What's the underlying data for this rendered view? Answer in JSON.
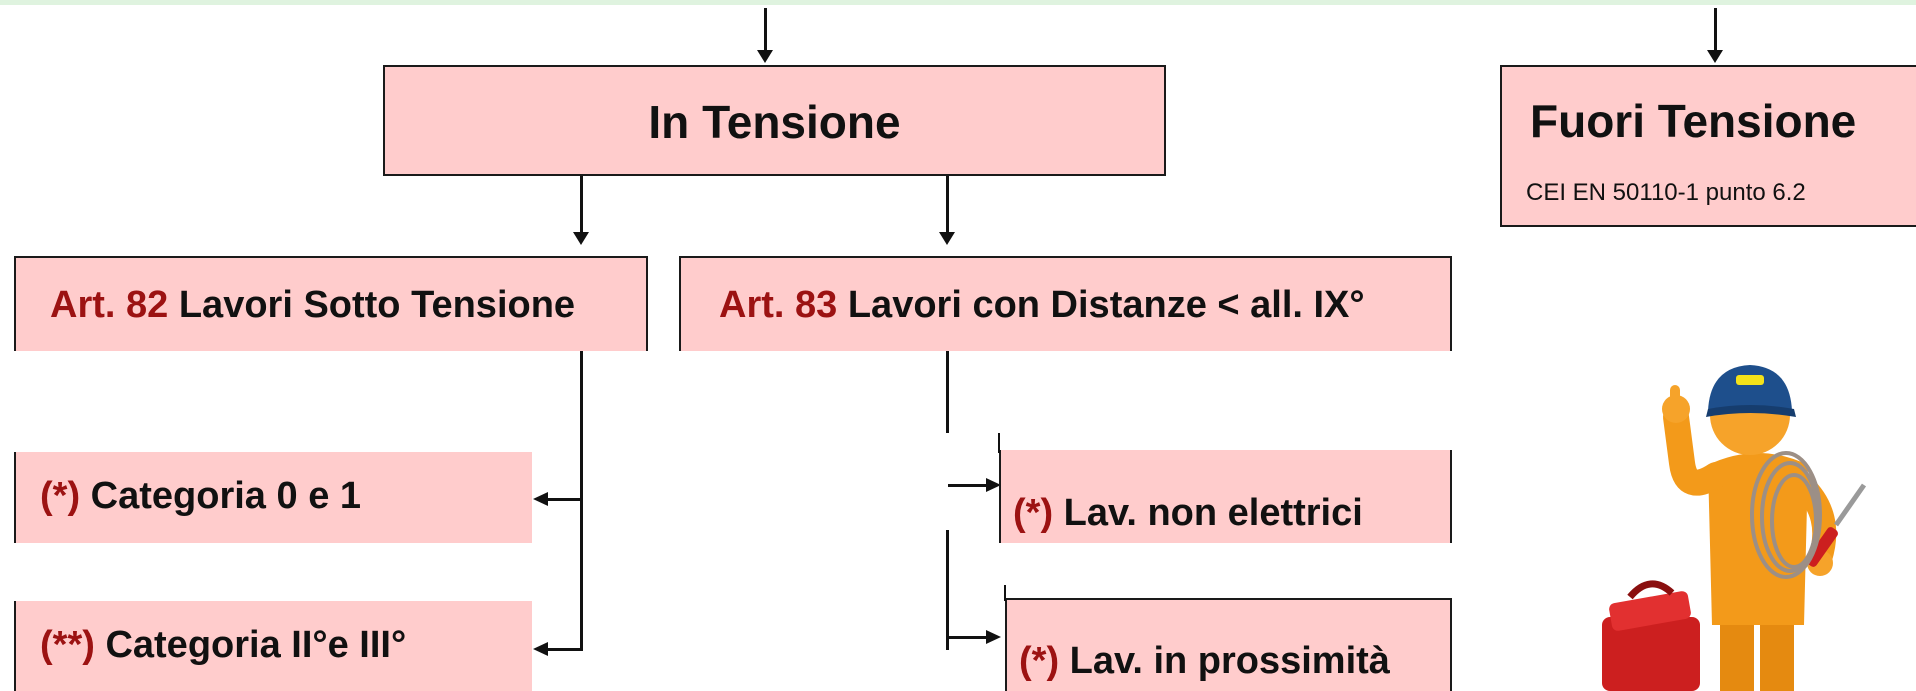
{
  "top": {
    "label": "In Tensione"
  },
  "fuori": {
    "label": "Fuori Tensione",
    "ref": "CEI EN 50110-1 punto 6.2"
  },
  "art82": {
    "art": "Art. 82",
    "label": "Lavori Sotto Tensione"
  },
  "art83": {
    "art": "Art. 83",
    "label": "Lavori con Distanze < all. IX°"
  },
  "cat01": {
    "mark": "(*)",
    "label": "Categoria 0 e 1"
  },
  "cat23": {
    "mark": "(**)",
    "label": "Categoria II°e III°"
  },
  "nonel": {
    "mark": "(*)",
    "label": "Lav. non elettrici"
  },
  "pross": {
    "mark": "(*)",
    "label": "Lav. in prossimità"
  },
  "colors": {
    "box_fill": "#ffcccc",
    "accent_red": "#9c1212",
    "line": "#111111"
  },
  "illustration": {
    "icon": "worker-with-toolbox-icon"
  }
}
